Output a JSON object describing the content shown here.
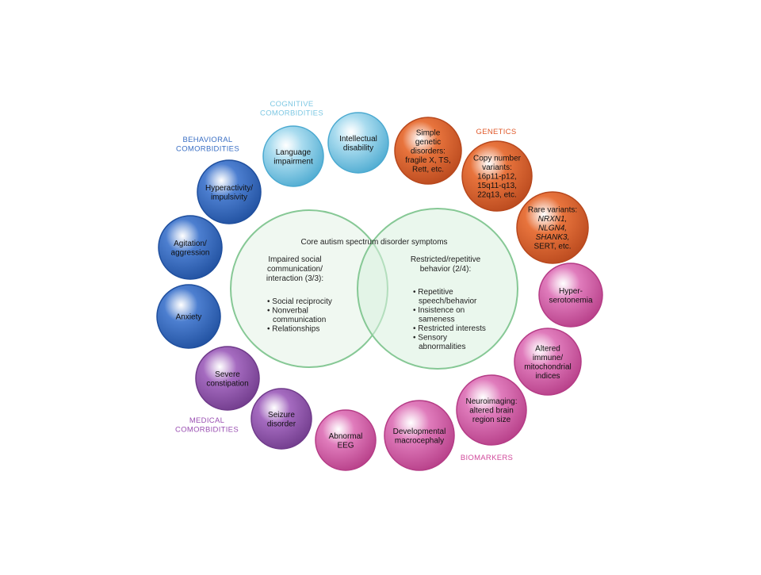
{
  "core": {
    "title": "Core autism spectrum disorder symptoms",
    "left": {
      "heading": [
        "Impaired social",
        "communication/",
        "interaction (3/3):"
      ],
      "bullets": [
        [
          "Social reciprocity"
        ],
        [
          "Nonverbal",
          "communication"
        ],
        [
          "Relationships"
        ]
      ]
    },
    "right": {
      "heading": [
        "Restricted/repetitive",
        "behavior (2/4):"
      ],
      "bullets": [
        [
          "Repetitive",
          "speech/behavior"
        ],
        [
          "Insistence on",
          "sameness"
        ],
        [
          "Restricted interests"
        ],
        [
          "Sensory",
          "abnormalities"
        ]
      ]
    }
  },
  "groups": [
    {
      "id": "cognitive",
      "label": [
        "COGNITIVE",
        "COMORBIDITIES"
      ],
      "color": "#7ec8e3",
      "fill": "#aadcef",
      "stroke": "#4aa9d0"
    },
    {
      "id": "behavioral",
      "label": [
        "BEHAVIORAL",
        "COMORBIDITIES"
      ],
      "color": "#3a6fc4",
      "fill": "#4d7fd0",
      "stroke": "#1f4f9e"
    },
    {
      "id": "genetics",
      "label": [
        "GENETICS"
      ],
      "color": "#e0592a",
      "fill": "#e8743d",
      "stroke": "#b8481d"
    },
    {
      "id": "medical",
      "label": [
        "MEDICAL",
        "COMORBIDITIES"
      ],
      "color": "#9a4fb2",
      "fill": "#a56bc0",
      "stroke": "#6f3a8a"
    },
    {
      "id": "biomarkers",
      "label": [
        "BIOMARKERS"
      ],
      "color": "#d1499b",
      "fill": "#e07cbc",
      "stroke": "#b53c86"
    }
  ],
  "bubbles": [
    {
      "name": "language-impairment",
      "group": "cognitive",
      "lines": [
        "Language",
        "impairment"
      ]
    },
    {
      "name": "intellectual-disability",
      "group": "cognitive",
      "lines": [
        "Intellectual",
        "disability"
      ]
    },
    {
      "name": "simple-genetic-disorders",
      "group": "genetics",
      "lines": [
        "Simple",
        "genetic",
        "disorders:",
        "fragile X, TS,",
        "Rett, etc."
      ]
    },
    {
      "name": "copy-number-variants",
      "group": "genetics",
      "lines": [
        "Copy number",
        "variants:",
        "16p11-p12,",
        "15q11-q13,",
        "22q13, etc."
      ]
    },
    {
      "name": "rare-variants",
      "group": "genetics",
      "lines": [
        "Rare variants:",
        "NRXN1,",
        "NLGN4,",
        "SHANK3,",
        "SERT, etc."
      ],
      "italic": [
        1,
        2,
        3
      ]
    },
    {
      "name": "hyperserotonemia",
      "group": "biomarkers",
      "lines": [
        "Hyper-",
        "serotonemia"
      ]
    },
    {
      "name": "altered-immune-indices",
      "group": "biomarkers",
      "lines": [
        "Altered",
        "immune/",
        "mitochondrial",
        "indices"
      ]
    },
    {
      "name": "neuroimaging",
      "group": "biomarkers",
      "lines": [
        "Neuroimaging:",
        "altered brain",
        "region size"
      ]
    },
    {
      "name": "developmental-macrocephaly",
      "group": "biomarkers",
      "lines": [
        "Developmental",
        "macrocephaly"
      ]
    },
    {
      "name": "abnormal-eeg",
      "group": "biomarkers",
      "lines": [
        "Abnormal",
        "EEG"
      ]
    },
    {
      "name": "seizure-disorder",
      "group": "medical",
      "lines": [
        "Seizure",
        "disorder"
      ]
    },
    {
      "name": "severe-constipation",
      "group": "medical",
      "lines": [
        "Severe",
        "constipation"
      ]
    },
    {
      "name": "anxiety",
      "group": "behavioral",
      "lines": [
        "Anxiety"
      ]
    },
    {
      "name": "agitation-aggression",
      "group": "behavioral",
      "lines": [
        "Agitation/",
        "aggression"
      ]
    },
    {
      "name": "hyperactivity-impulsivity",
      "group": "behavioral",
      "lines": [
        "Hyperactivity/",
        "impulsivity"
      ]
    }
  ]
}
